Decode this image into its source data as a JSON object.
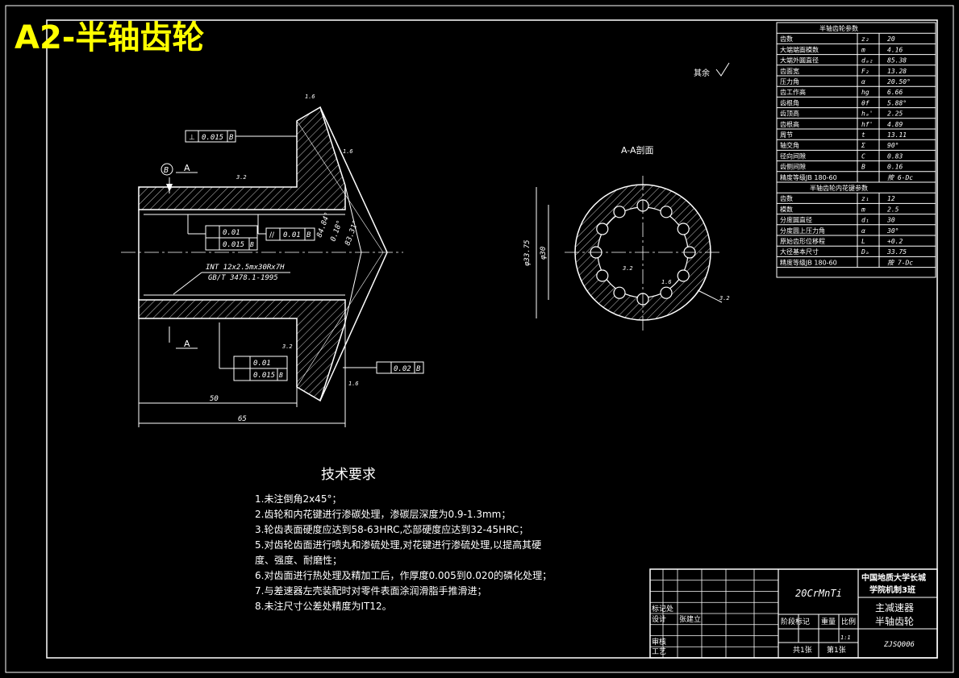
{
  "title": "A2-半轴齿轮",
  "views": {
    "section_title": "A-A剖面",
    "section_mark": "A",
    "datum_b": "B",
    "remaining": "其余"
  },
  "dims": {
    "len_50": "50",
    "len_65": "65",
    "tol_015": "0.015",
    "tol_01": "0.01",
    "tol_01b": "0.01",
    "tol_02": "0.02",
    "ref_b": "B",
    "angle1": "84.84°",
    "angle2": "0.18°",
    "angle3": "83.31°",
    "dia_inner": "φ30",
    "dia_outer": "φ33.75",
    "rough_32": "3.2",
    "rough_16": "1.6",
    "spline_note1": "INT 12x2.5mx30Rx7H",
    "spline_note2": "GB/T 3478.1-1995"
  },
  "params": {
    "header1": "半轴齿轮参数",
    "rows1": [
      [
        "齿数",
        "z₂",
        "20"
      ],
      [
        "大端端面模数",
        "m",
        "4.16"
      ],
      [
        "大端外圆直径",
        "dₐ₂",
        "85.38"
      ],
      [
        "齿面宽",
        "F₂",
        "13.28"
      ],
      [
        "压力角",
        "α",
        "20.50°"
      ],
      [
        "齿工作高",
        "hg",
        "6.66"
      ],
      [
        "齿根角",
        "θf",
        "5.88°"
      ],
      [
        "齿顶高",
        "hₐ'",
        "2.25"
      ],
      [
        "齿根高",
        "hf'",
        "4.89"
      ],
      [
        "周节",
        "t",
        "13.11"
      ],
      [
        "轴交角",
        "Σ",
        "90°"
      ],
      [
        "径向间隙",
        "C",
        "0.83"
      ],
      [
        "齿侧间隙",
        "B",
        "0.16"
      ],
      [
        "精度等级JB 180-60",
        "",
        "按 6-Dc"
      ]
    ],
    "header2": "半轴齿轮内花键参数",
    "rows2": [
      [
        "齿数",
        "z₁",
        "12"
      ],
      [
        "模数",
        "m",
        "2.5"
      ],
      [
        "分度圆直径",
        "d₁",
        "30"
      ],
      [
        "分度圆上压力角",
        "α",
        "30°"
      ],
      [
        "原始齿形位移程",
        "L",
        "+0.2"
      ],
      [
        "大径基本尺寸",
        "Dₐ",
        "33.75"
      ],
      [
        "精度等级JB 180-60",
        "",
        "按 7-Dc"
      ]
    ]
  },
  "requirements": {
    "heading": "技术要求",
    "lines": [
      "1.未注倒角2x45°；",
      "2.齿轮和内花键进行渗碳处理，渗碳层深度为0.9-1.3mm；",
      "3.轮齿表面硬度应达到58-63HRC,芯部硬度应达到32-45HRC；",
      "5.对齿轮齿面进行喷丸和渗硫处理,对花键进行渗硫处理,以提高其硬",
      "  度、强度、耐磨性；",
      "6.对齿面进行热处理及精加工后，作厚度0.005到0.020的磷化处理；",
      "7.与差速器左壳装配时对零件表面涂润滑脂手推滑进；",
      "8.未注尺寸公差处精度为IT12。"
    ]
  },
  "titleblock": {
    "material": "20CrMnTi",
    "school1": "中国地质大学长城",
    "school2": "学院机制3班",
    "assembly": "主减速器",
    "part": "半轴齿轮",
    "code": "ZJSQ006",
    "scale": "1:1",
    "sheets": "共1张",
    "sheet_no": "第1张",
    "designer_label": "设计",
    "designer_name": "张建立",
    "check_label": "审核",
    "process_label": "工艺",
    "mark_label": "标记",
    "zones_label": "处",
    "stage_label": "阶段标记",
    "weight_label": "重量",
    "ratio_label": "比例"
  }
}
